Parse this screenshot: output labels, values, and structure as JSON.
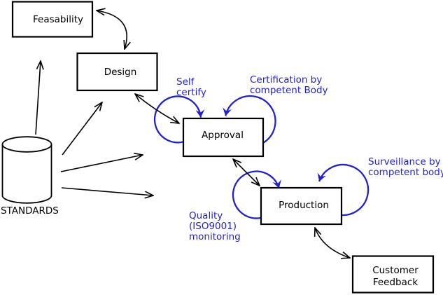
{
  "diagram": {
    "boxes": {
      "feasability": {
        "label": "Feasability"
      },
      "design": {
        "label": "Design"
      },
      "approval": {
        "label": "Approval"
      },
      "production": {
        "label": "Production"
      },
      "customer_feedback": {
        "line1": "Customer",
        "line2": "Feedback"
      }
    },
    "datastore": {
      "label": "STANDARDS"
    },
    "annotations": {
      "self_certify": {
        "line1": "Self",
        "line2": "certify"
      },
      "certification": {
        "line1": "Certification by",
        "line2": "competent Body"
      },
      "quality": {
        "line1": "Quality",
        "line2": "(ISO9001)",
        "line3": "monitoring"
      },
      "surveillance": {
        "line1": "Surveillance by",
        "line2": "competent body"
      }
    },
    "edges": [
      {
        "from": "Feasability",
        "to": "Design",
        "type": "bidirectional"
      },
      {
        "from": "Design",
        "to": "Approval",
        "type": "bidirectional"
      },
      {
        "from": "Approval",
        "to": "Production",
        "type": "bidirectional"
      },
      {
        "from": "Production",
        "to": "Customer Feedback",
        "type": "bidirectional"
      },
      {
        "from": "STANDARDS",
        "to": "Feasability",
        "type": "single"
      },
      {
        "from": "STANDARDS",
        "to": "Design",
        "type": "single"
      },
      {
        "from": "STANDARDS",
        "to": "Approval",
        "type": "single"
      },
      {
        "from": "STANDARDS",
        "to": "Production",
        "type": "single"
      },
      {
        "loop_on": "Approval",
        "side": "left",
        "label": "Self certify"
      },
      {
        "loop_on": "Approval",
        "side": "right",
        "label": "Certification by competent Body"
      },
      {
        "loop_on": "Production",
        "side": "left",
        "label": "Quality (ISO9001) monitoring"
      },
      {
        "loop_on": "Production",
        "side": "right",
        "label": "Surveillance by competent body"
      }
    ]
  },
  "colors": {
    "annotation_blue": "#2222cc",
    "line_black": "#000000",
    "box_fill": "#ffffff",
    "background": "#ffffff"
  }
}
